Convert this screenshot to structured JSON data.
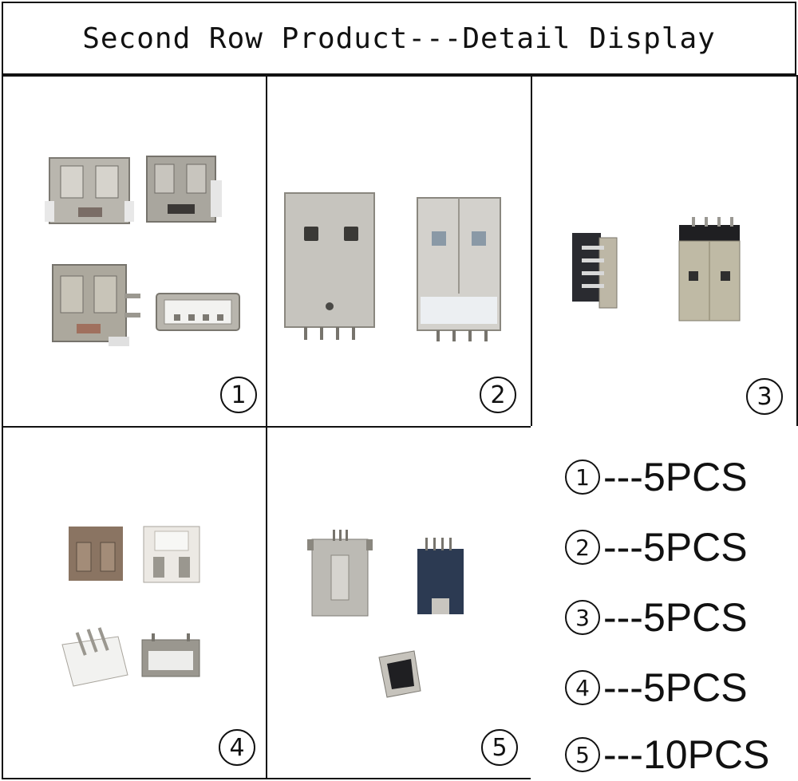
{
  "title": "Second Row Product---Detail Display",
  "panels": [
    {
      "number": "1"
    },
    {
      "number": "2"
    },
    {
      "number": "3"
    },
    {
      "number": "4"
    },
    {
      "number": "5"
    }
  ],
  "quantities": [
    {
      "number": "1",
      "label": "---5PCS"
    },
    {
      "number": "2",
      "label": "---5PCS"
    },
    {
      "number": "3",
      "label": "---5PCS"
    },
    {
      "number": "4",
      "label": "---5PCS"
    },
    {
      "number": "5",
      "label": "---10PCS"
    }
  ],
  "colors": {
    "border": "#111111",
    "metal": "#b9b6ae",
    "metal_dark": "#8a877f",
    "plastic_white": "#f2f2f0",
    "plastic_black": "#22252c",
    "plastic_blue": "#2c3a52",
    "brown": "#8a7462"
  }
}
